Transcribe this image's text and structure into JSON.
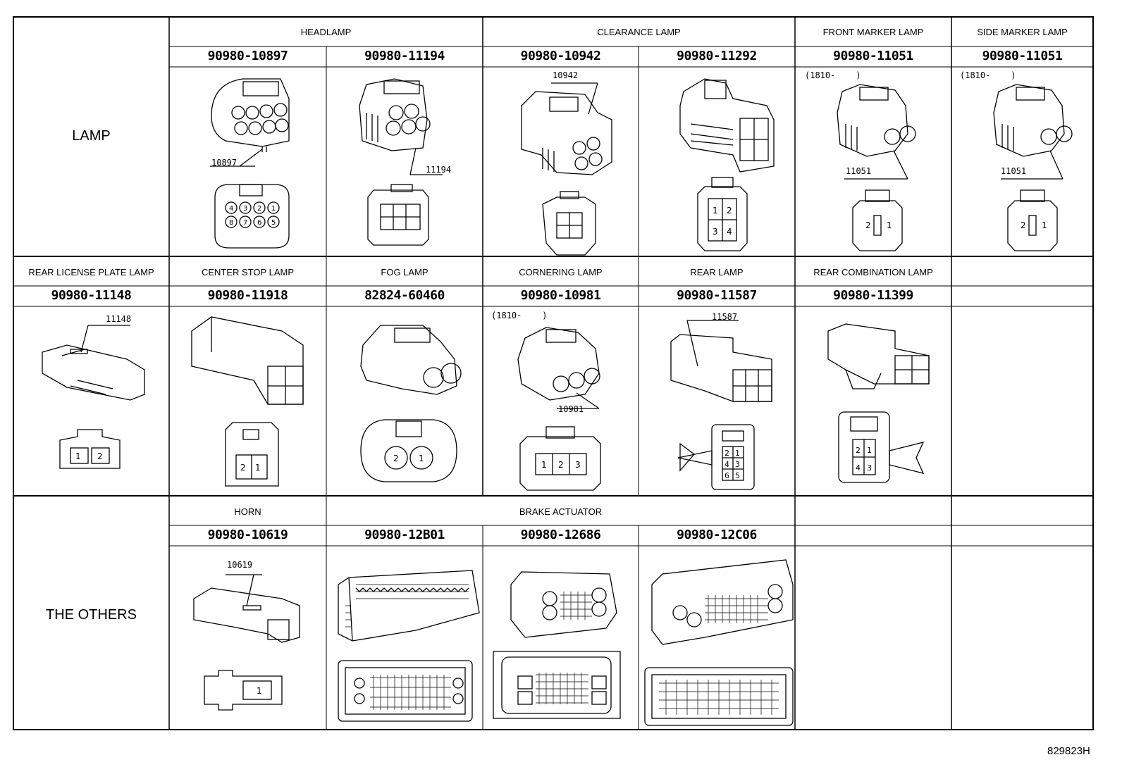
{
  "categories": {
    "lamp": "LAMP",
    "others": "THE OTHERS"
  },
  "row1": {
    "groups": {
      "headlamp": "HEADLAMP",
      "clearance": "CLEARANCE LAMP",
      "front_marker": "FRONT MARKER LAMP",
      "side_marker": "SIDE MARKER LAMP"
    },
    "parts": [
      "90980-10897",
      "90980-11194",
      "90980-10942",
      "90980-11292",
      "90980-11051",
      "90980-11051"
    ],
    "callouts": {
      "c10897": "10897",
      "c11194": "11194",
      "c10942": "10942",
      "c11051a": "11051",
      "c11051b": "11051",
      "date_a": "(1810-    )",
      "date_b": "(1810-    )"
    }
  },
  "row2": {
    "names": [
      "REAR LICENSE PLATE LAMP",
      "CENTER STOP LAMP",
      "FOG LAMP",
      "CORNERING LAMP",
      "REAR LAMP",
      "REAR COMBINATION LAMP"
    ],
    "parts": [
      "90980-11148",
      "90980-11918",
      "82824-60460",
      "90980-10981",
      "90980-11587",
      "90980-11399"
    ],
    "callouts": {
      "c11148": "11148",
      "c10981": "10981",
      "c11587": "11587",
      "date_c": "(1810-    )"
    }
  },
  "row3": {
    "groups": {
      "horn": "HORN",
      "brake": "BRAKE ACTUATOR"
    },
    "parts": [
      "90980-10619",
      "90980-12B01",
      "90980-12686",
      "90980-12C06"
    ],
    "callouts": {
      "c10619": "10619"
    }
  },
  "pin_labels": {
    "p1": "1",
    "p2": "2",
    "p3": "3",
    "p4": "4",
    "p5": "5",
    "p6": "6",
    "p7": "7",
    "p8": "8"
  },
  "reference_code": "829823H"
}
